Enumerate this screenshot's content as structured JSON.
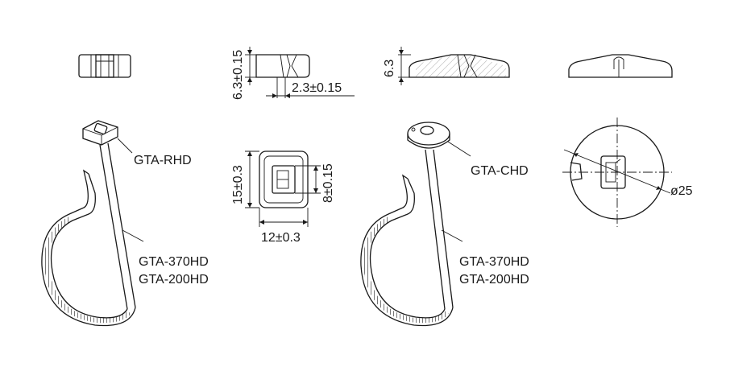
{
  "labels": {
    "rhd_name": "GTA-RHD",
    "chd_name": "GTA-CHD",
    "strap_left_1": "GTA-370HD",
    "strap_left_2": "GTA-200HD",
    "strap_right_1": "GTA-370HD",
    "strap_right_2": "GTA-200HD"
  },
  "dimensions": {
    "rhd_height": "6.3±0.15",
    "rhd_slot_width": "2.3±0.15",
    "rhd_head_height": "15±0.3",
    "rhd_slot_height": "8±0.15",
    "rhd_head_width": "12±0.3",
    "chd_height": "6.3",
    "chd_diameter": "ø25"
  },
  "colors": {
    "line": "#1a1a1a",
    "hatch": "#6a6a6a",
    "background": "#ffffff"
  }
}
